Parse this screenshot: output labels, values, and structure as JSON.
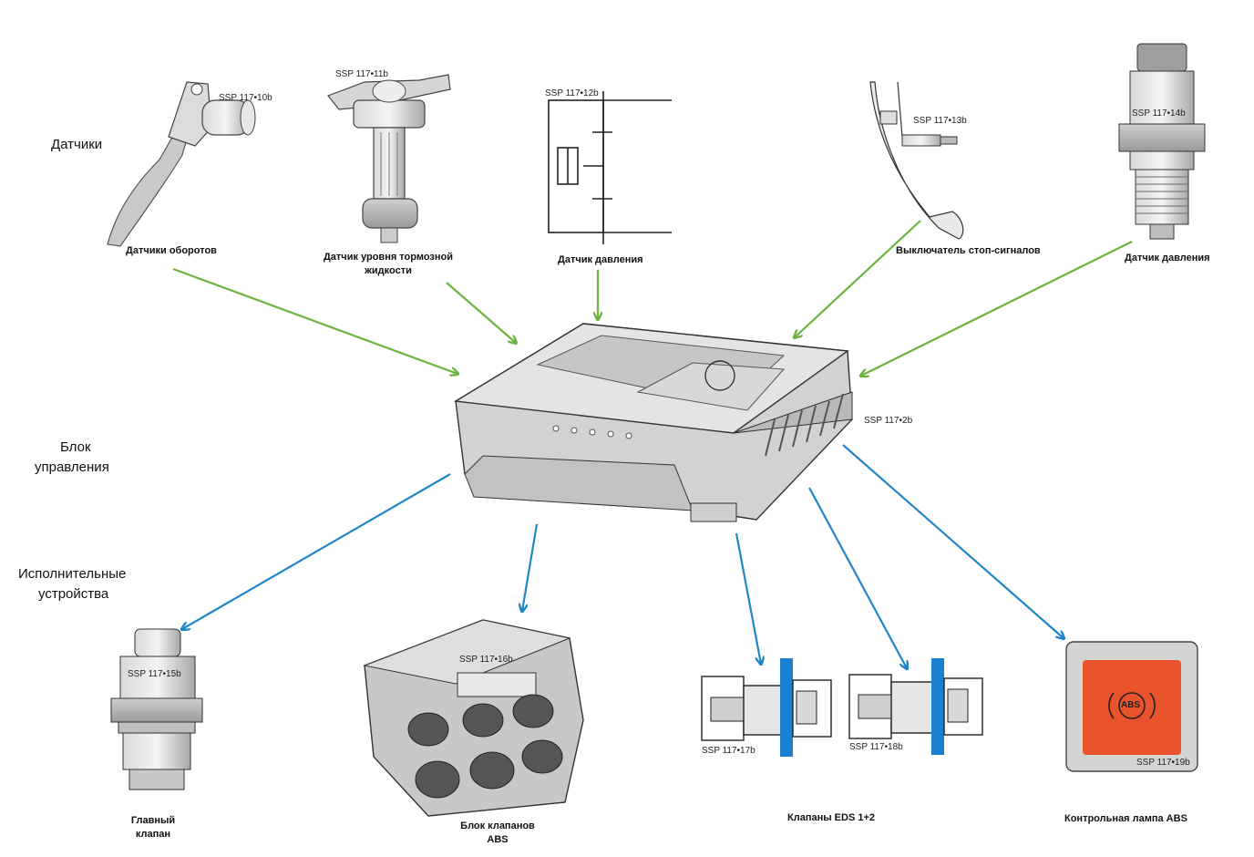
{
  "sections": {
    "sensors": "Датчики",
    "control_unit_line1": "Блок",
    "control_unit_line2": "управления",
    "actuators_line1": "Исполнительные",
    "actuators_line2": "устройства"
  },
  "sensors": [
    {
      "ssp": "SSP 117•10b",
      "caption": "Датчики оборотов"
    },
    {
      "ssp": "SSP 117•11b",
      "caption_line1": "Датчик уровня тормозной",
      "caption_line2": "жидкости"
    },
    {
      "ssp": "SSP 117•12b",
      "caption": "Датчик давления"
    },
    {
      "ssp": "SSP 117•13b",
      "caption": "Выключатель стоп-сигналов"
    },
    {
      "ssp": "SSP 117•14b",
      "caption": "Датчик давления"
    }
  ],
  "control_unit": {
    "ssp": "SSP 117•2b"
  },
  "actuators": [
    {
      "ssp": "SSP 117•15b",
      "caption_line1": "Главный",
      "caption_line2": "клапан"
    },
    {
      "ssp": "SSP 117•16b",
      "caption_line1": "Блок клапанов",
      "caption_line2": "ABS"
    },
    {
      "ssp": "SSP 117•17b"
    },
    {
      "ssp": "SSP 117•18b"
    },
    {
      "caption": "Клапаны EDS 1+2"
    },
    {
      "ssp": "SSP 117•19b",
      "caption": "Контрольная лампа ABS",
      "lamp_text": "ABS"
    }
  ],
  "colors": {
    "input_arrow": "#6db33f",
    "output_arrow": "#1f86c8",
    "lamp": "#e8532b",
    "valve_blue": "#1c7fd0"
  }
}
